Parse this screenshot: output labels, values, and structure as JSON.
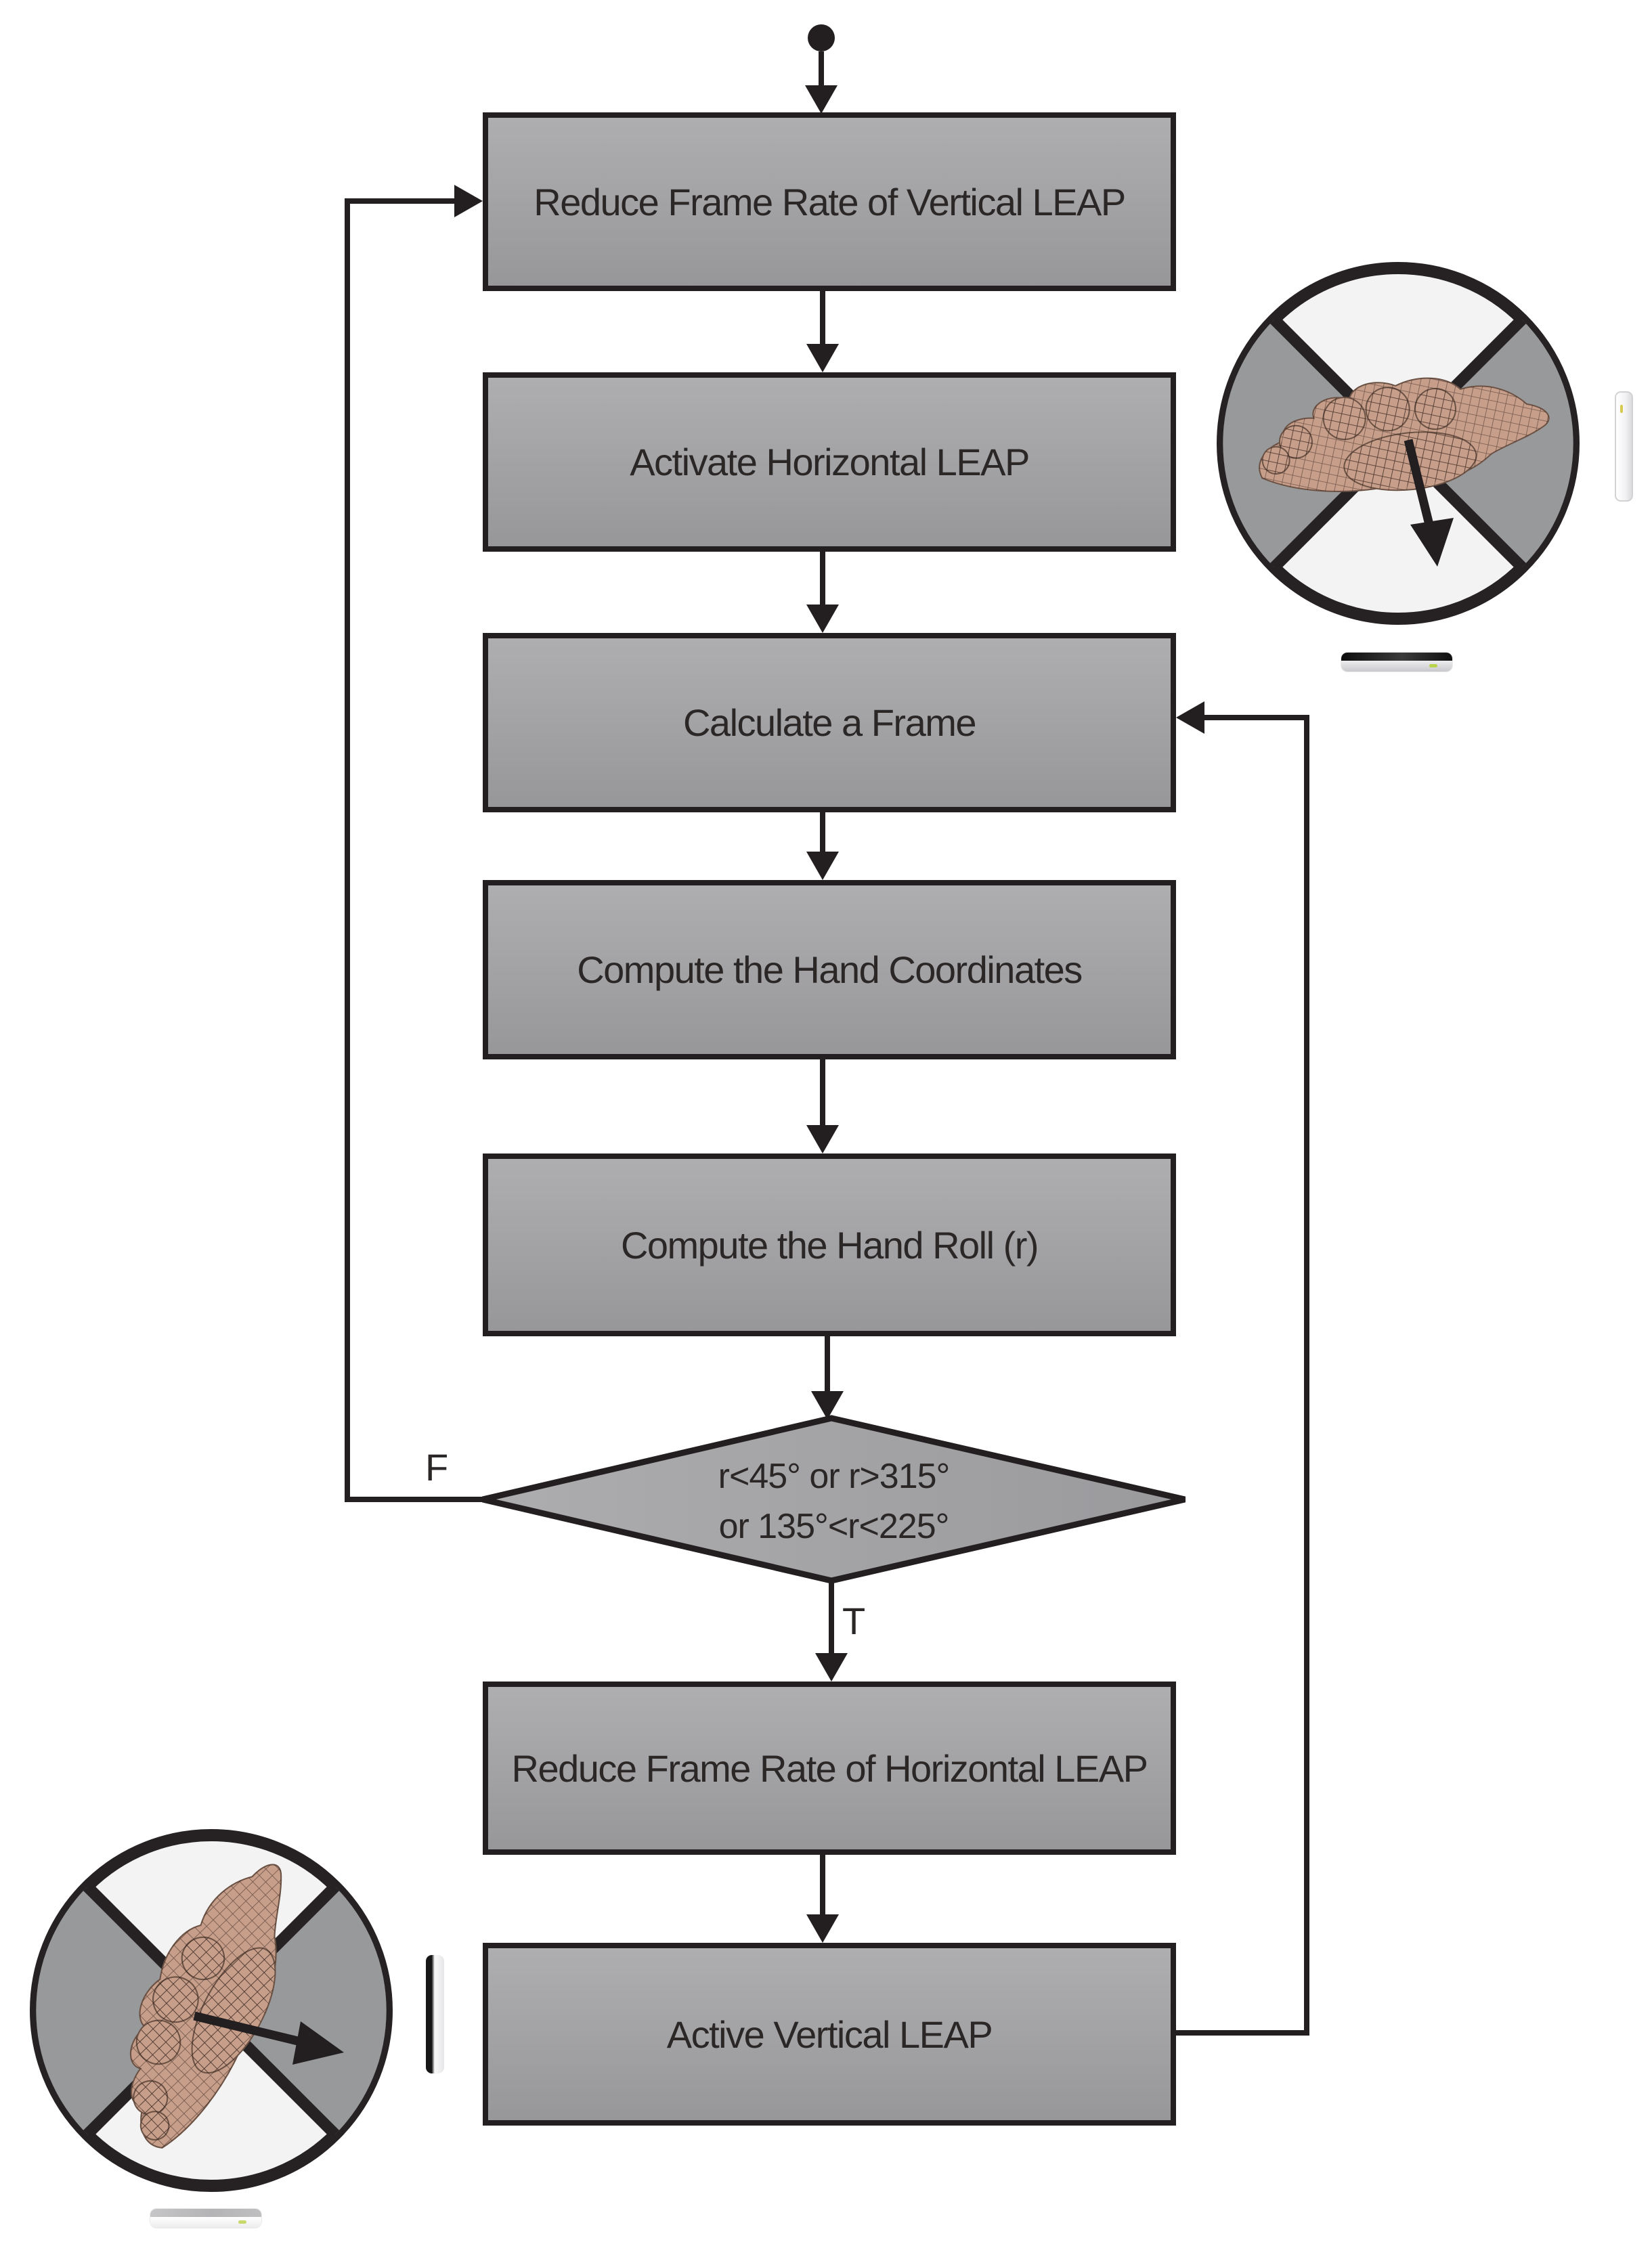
{
  "flowchart": {
    "title_hint": "LEAP sensor switching flowchart",
    "boxes": [
      {
        "id": "reduce-vertical",
        "label": "Reduce Frame Rate of Vertical LEAP"
      },
      {
        "id": "activate-horizontal",
        "label": "Activate Horizontal LEAP"
      },
      {
        "id": "calculate-frame",
        "label": "Calculate a Frame"
      },
      {
        "id": "compute-coordinates",
        "label": "Compute the Hand Coordinates"
      },
      {
        "id": "compute-roll",
        "label": "Compute the Hand Roll (r)"
      },
      {
        "id": "reduce-horizontal",
        "label": "Reduce Frame Rate of Horizontal LEAP"
      },
      {
        "id": "active-vertical",
        "label": "Active Vertical LEAP"
      }
    ],
    "decision": {
      "line1": "r<45° or r>315°",
      "line2": "or 135°<r<225°"
    },
    "branch_labels": {
      "false": "F",
      "true": "T"
    },
    "icons": [
      "start-dot-icon",
      "roll-gesture-top-circle-icon",
      "roll-gesture-bottom-circle-icon",
      "hand-mesh-icon",
      "vertical-leap-device-icon",
      "horizontal-leap-device-icon"
    ],
    "colors": {
      "line": "#231f20",
      "box_fill_top": "#aeaeb0",
      "box_fill_bottom": "#97979a",
      "diamond_fill_left": "#adadaf",
      "diamond_fill_right": "#9a9a9d",
      "quadrant_gray": "#98999b",
      "quadrant_light": "#f3f3f3",
      "hand_skin": "#c79e8a",
      "led_green": "#b8d44a",
      "text": "#2b2727"
    }
  }
}
